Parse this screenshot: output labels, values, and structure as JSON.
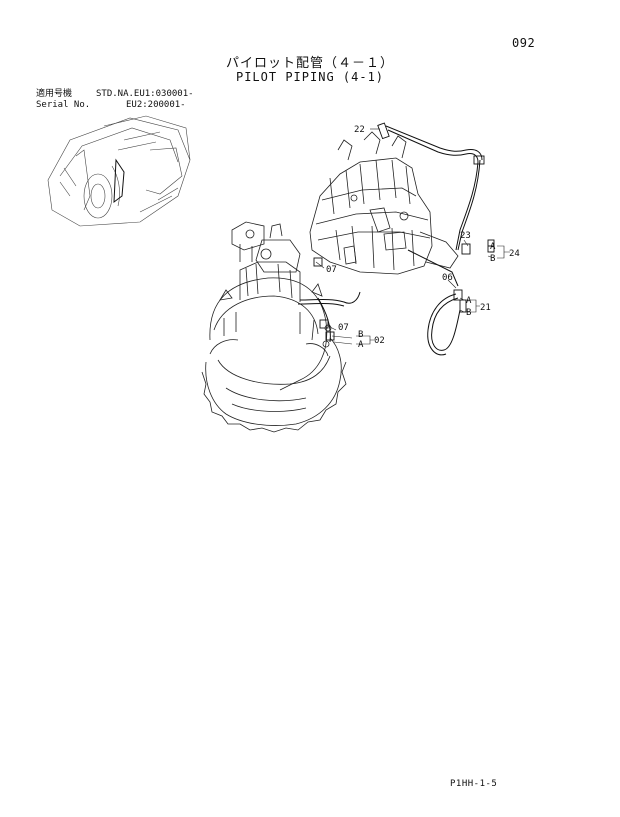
{
  "page_number": "092",
  "title_jp": "パイロット配管（４－１）",
  "title_en": "PILOT PIPING (4-1)",
  "serial_info": {
    "label_jp": "適用号機",
    "label_en": "Serial No.",
    "value_1": "STD.NA.EU1:030001-",
    "value_2": "EU2:200001-"
  },
  "callouts": {
    "c22": "22",
    "c23": "23",
    "c24": "24",
    "c06": "06",
    "c21": "21",
    "c07a": "07",
    "c07b": "07",
    "c02": "02",
    "a1": "A",
    "b1": "B",
    "a2": "A",
    "b2": "B",
    "a3": "A",
    "b3": "B"
  },
  "doc_code": "P1HH-1-5"
}
